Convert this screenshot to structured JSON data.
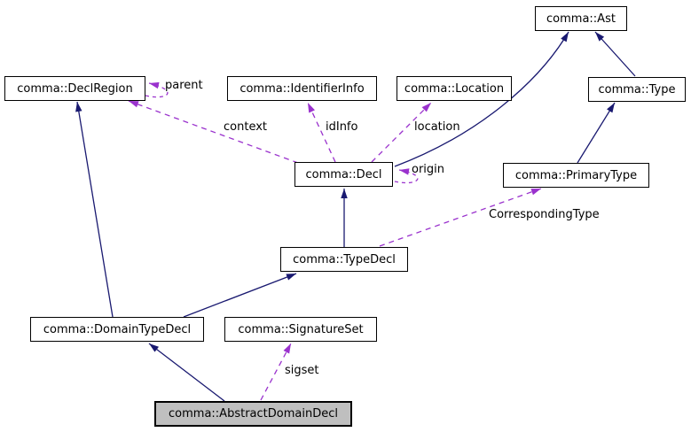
{
  "diagram_type": "class-collaboration-graph",
  "nodes": [
    {
      "label": "comma::Ast",
      "highlighted": false
    },
    {
      "label": "comma::DeclRegion",
      "highlighted": false
    },
    {
      "label": "comma::IdentifierInfo",
      "highlighted": false
    },
    {
      "label": "comma::Location",
      "highlighted": false
    },
    {
      "label": "comma::Type",
      "highlighted": false
    },
    {
      "label": "comma::Decl",
      "highlighted": false
    },
    {
      "label": "comma::PrimaryType",
      "highlighted": false
    },
    {
      "label": "comma::TypeDecl",
      "highlighted": false
    },
    {
      "label": "comma::DomainTypeDecl",
      "highlighted": false
    },
    {
      "label": "comma::SignatureSet",
      "highlighted": false
    },
    {
      "label": "comma::AbstractDomainDecl",
      "highlighted": true
    }
  ],
  "edges": [
    {
      "from": "comma::Decl",
      "to": "comma::Ast",
      "style": "inheritance",
      "label": ""
    },
    {
      "from": "comma::Type",
      "to": "comma::Ast",
      "style": "inheritance",
      "label": ""
    },
    {
      "from": "comma::PrimaryType",
      "to": "comma::Type",
      "style": "inheritance",
      "label": ""
    },
    {
      "from": "comma::TypeDecl",
      "to": "comma::Decl",
      "style": "inheritance",
      "label": ""
    },
    {
      "from": "comma::DomainTypeDecl",
      "to": "comma::DeclRegion",
      "style": "inheritance",
      "label": ""
    },
    {
      "from": "comma::DomainTypeDecl",
      "to": "comma::TypeDecl",
      "style": "inheritance",
      "label": ""
    },
    {
      "from": "comma::AbstractDomainDecl",
      "to": "comma::DomainTypeDecl",
      "style": "inheritance",
      "label": ""
    },
    {
      "from": "comma::DeclRegion",
      "to": "comma::DeclRegion",
      "style": "usage",
      "label": "parent"
    },
    {
      "from": "comma::Decl",
      "to": "comma::DeclRegion",
      "style": "usage",
      "label": "context"
    },
    {
      "from": "comma::Decl",
      "to": "comma::IdentifierInfo",
      "style": "usage",
      "label": "idInfo"
    },
    {
      "from": "comma::Decl",
      "to": "comma::Location",
      "style": "usage",
      "label": "location"
    },
    {
      "from": "comma::Decl",
      "to": "comma::Decl",
      "style": "usage",
      "label": "origin"
    },
    {
      "from": "comma::TypeDecl",
      "to": "comma::PrimaryType",
      "style": "usage",
      "label": "CorrespondingType"
    },
    {
      "from": "comma::AbstractDomainDecl",
      "to": "comma::SignatureSet",
      "style": "usage",
      "label": "sigset"
    }
  ],
  "colors": {
    "inheritance_edge": "#191970",
    "usage_edge": "#9a32cd",
    "node_border": "#000000",
    "node_fill": "#ffffff",
    "highlight_fill": "#bfbfbf"
  }
}
